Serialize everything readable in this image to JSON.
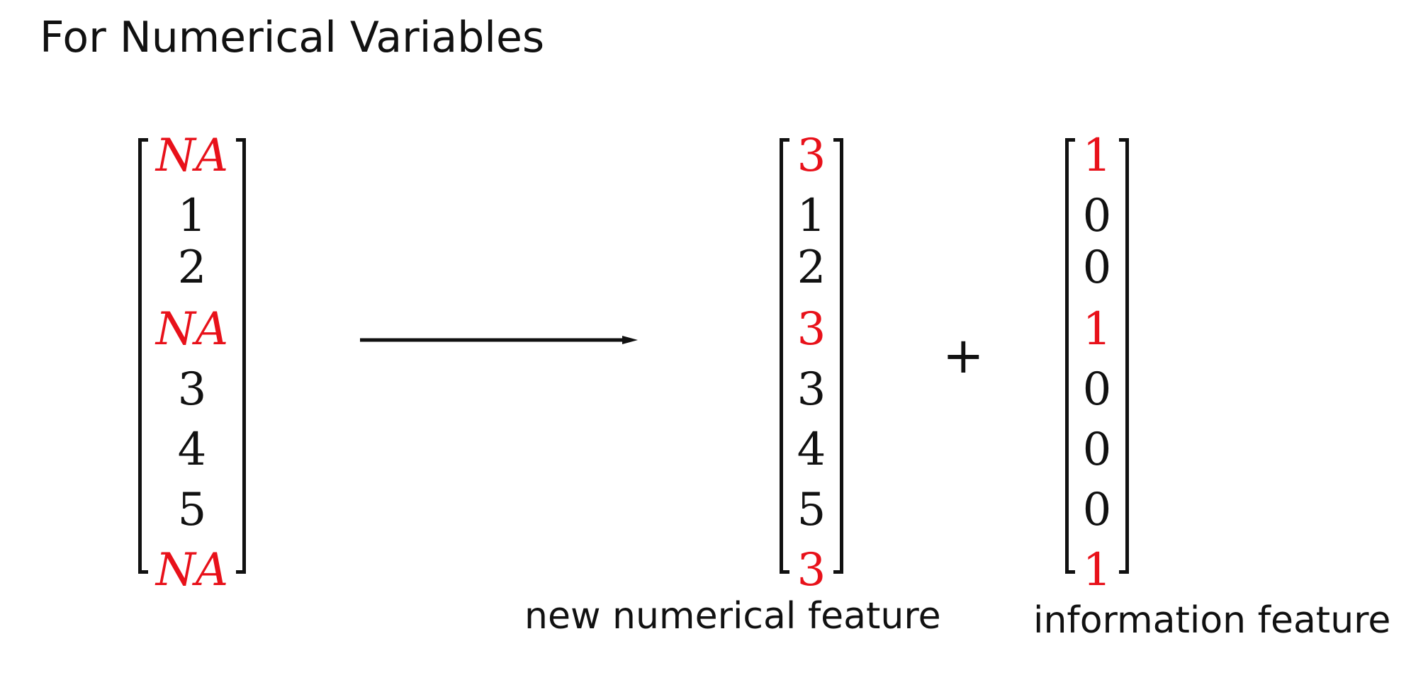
{
  "title": "For Numerical Variables",
  "colors": {
    "missing": "#e8111a",
    "text": "#111111",
    "background": "#ffffff"
  },
  "input_vector": [
    {
      "value": "NA",
      "missing": true
    },
    {
      "value": "1",
      "missing": false
    },
    {
      "value": "2",
      "missing": false
    },
    {
      "value": "NA",
      "missing": true
    },
    {
      "value": "3",
      "missing": false
    },
    {
      "value": "4",
      "missing": false
    },
    {
      "value": "5",
      "missing": false
    },
    {
      "value": "NA",
      "missing": true
    }
  ],
  "new_feature_vector": [
    {
      "value": "3",
      "missing": true
    },
    {
      "value": "1",
      "missing": false
    },
    {
      "value": "2",
      "missing": false
    },
    {
      "value": "3",
      "missing": true
    },
    {
      "value": "3",
      "missing": false
    },
    {
      "value": "4",
      "missing": false
    },
    {
      "value": "5",
      "missing": false
    },
    {
      "value": "3",
      "missing": true
    }
  ],
  "info_feature_vector": [
    {
      "value": "1",
      "missing": true
    },
    {
      "value": "0",
      "missing": false
    },
    {
      "value": "0",
      "missing": false
    },
    {
      "value": "1",
      "missing": true
    },
    {
      "value": "0",
      "missing": false
    },
    {
      "value": "0",
      "missing": false
    },
    {
      "value": "0",
      "missing": false
    },
    {
      "value": "1",
      "missing": true
    }
  ],
  "operator": "+",
  "captions": {
    "new_feature": "new numerical feature",
    "info_feature": "information feature"
  }
}
